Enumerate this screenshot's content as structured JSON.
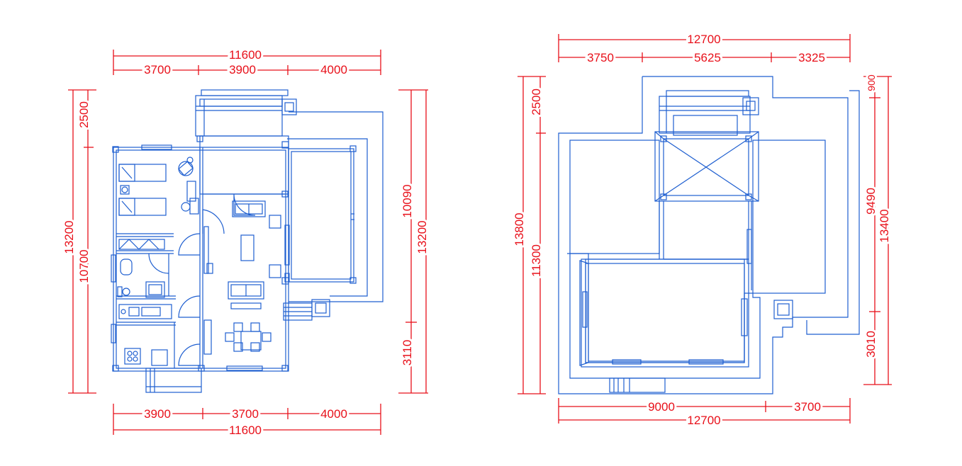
{
  "left_plan": {
    "top_total": "11600",
    "top_segments": [
      "3700",
      "3900",
      "4000"
    ],
    "bottom_segments": [
      "3900",
      "3700",
      "4000"
    ],
    "bottom_total": "11600",
    "left_outer": "13200",
    "left_upper": "2500",
    "left_lower": "10700",
    "right_inner_upper": "10090",
    "right_inner_lower": "3110",
    "right_outer": "13200"
  },
  "right_plan": {
    "top_total": "12700",
    "top_segments": [
      "3750",
      "5625",
      "3325"
    ],
    "bottom_segments": [
      "9000",
      "3700"
    ],
    "bottom_total": "12700",
    "left_outer": "13800",
    "left_upper": "2500",
    "left_lower": "11300",
    "right_inner_top": "900",
    "right_inner_mid": "9490",
    "right_inner_bottom": "3010",
    "right_outer": "13400"
  },
  "colors": {
    "dimension": "#e8101a",
    "linework": "#1f5fd0"
  }
}
